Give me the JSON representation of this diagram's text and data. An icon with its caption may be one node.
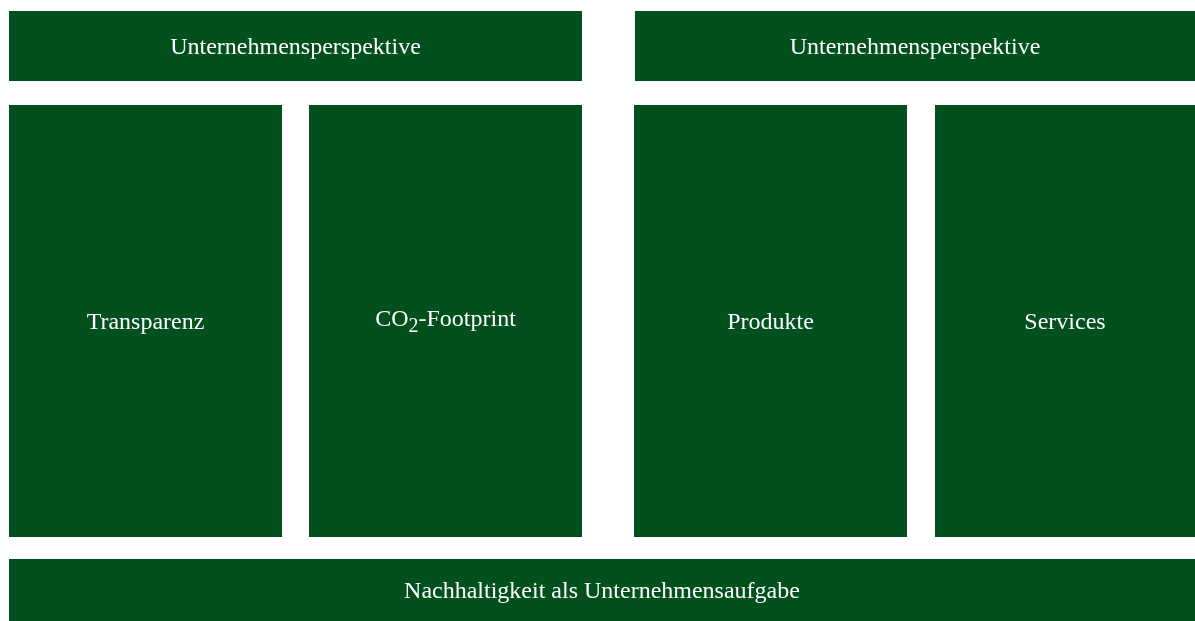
{
  "diagram": {
    "nodes": [
      {
        "text": [
          "Unternehmensperspektive"
        ]
      },
      {
        "text": [
          "Unternehmensperspektive"
        ]
      },
      {
        "text": [
          "Transparenz"
        ]
      },
      {
        "text": [
          "CO$_{2}$-Footprint"
        ]
      },
      {
        "text": [
          "Produkte"
        ]
      },
      {
        "text": [
          "Services"
        ]
      },
      {
        "text": [
          "Nachhaltigkeit als Unternehmensaufgabe"
        ]
      }
    ]
  }
}
